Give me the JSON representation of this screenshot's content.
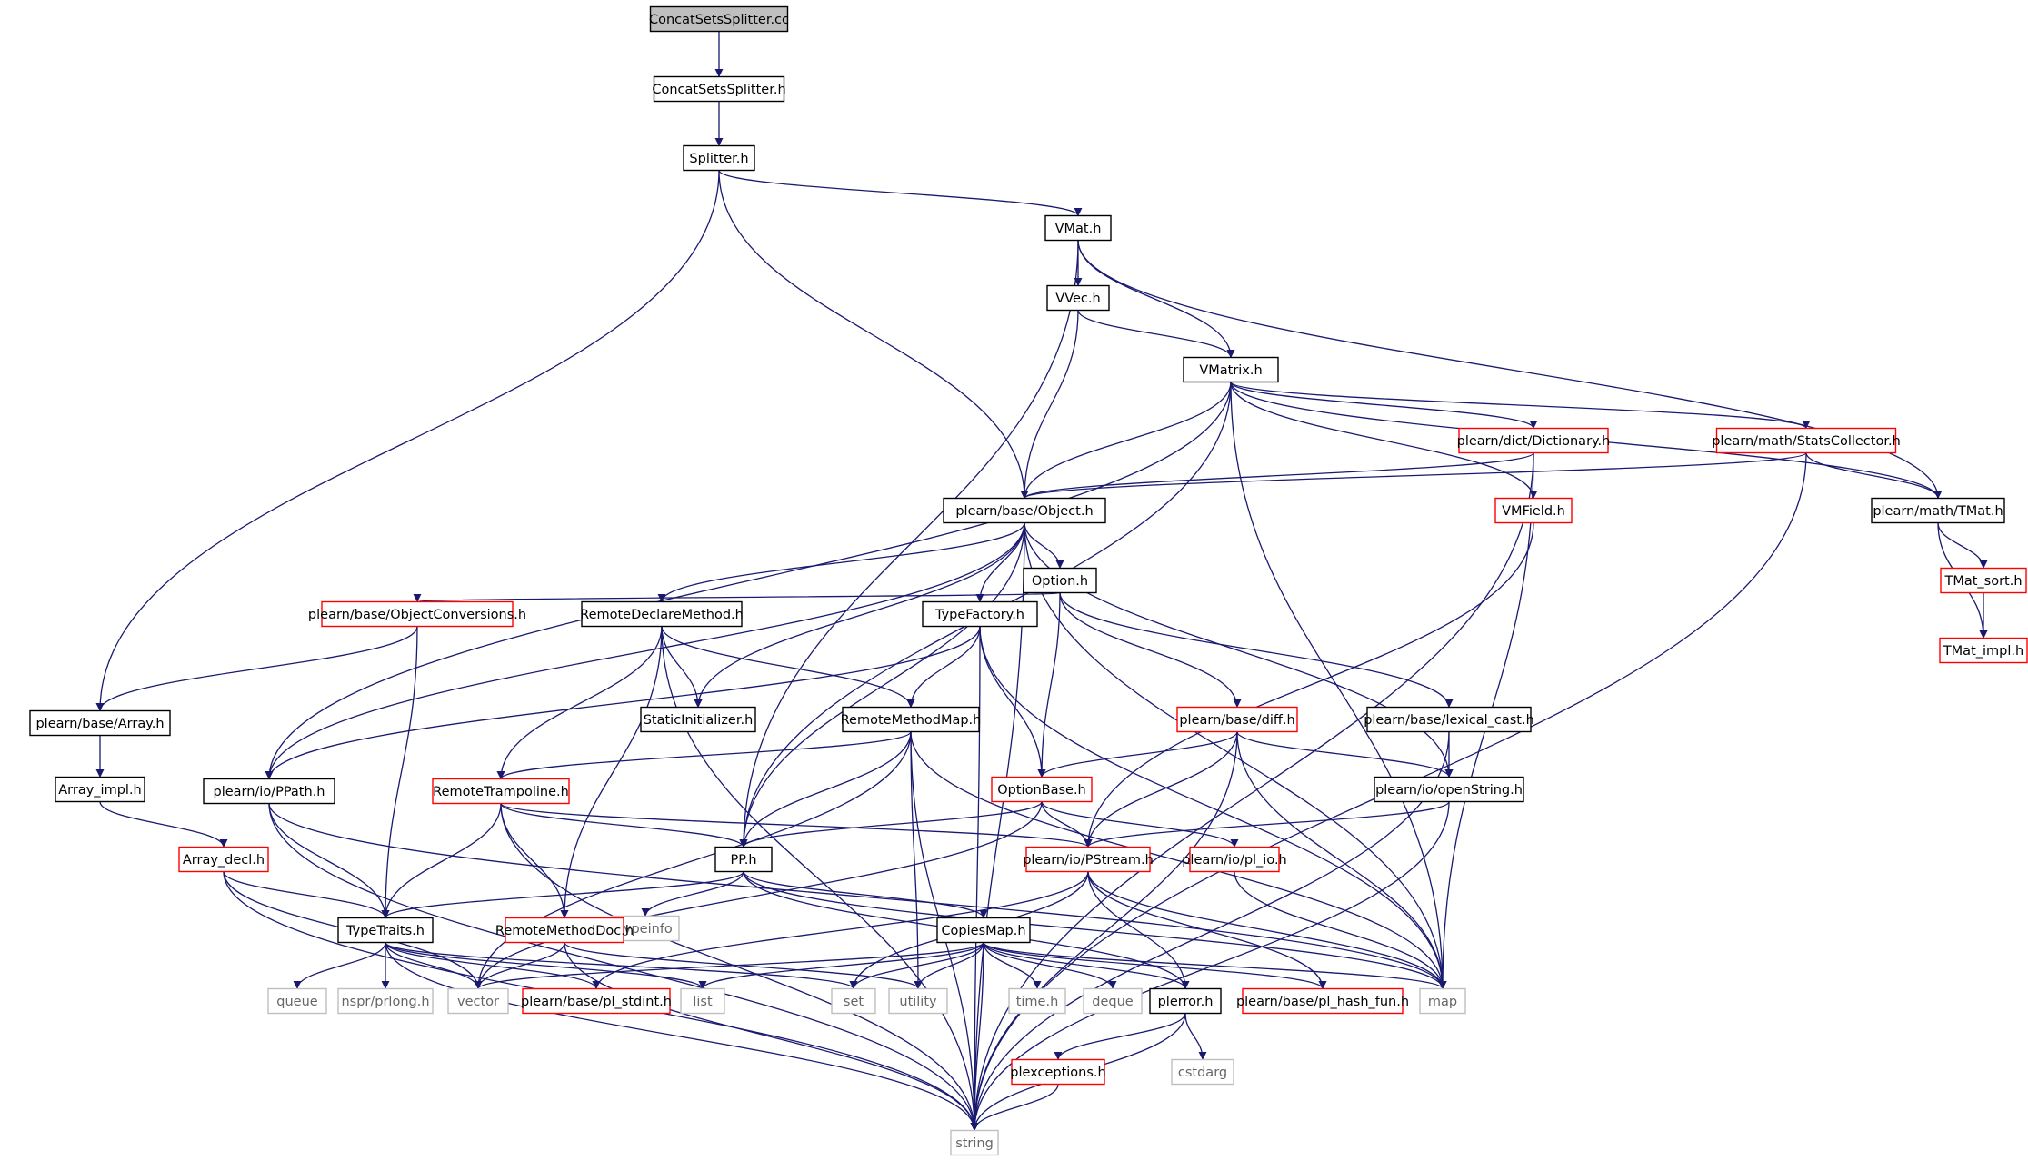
{
  "nodes": [
    {
      "id": "n0",
      "label": "ConcatSetsSplitter.cc",
      "style": "root"
    },
    {
      "id": "n1",
      "label": "ConcatSetsSplitter.h",
      "style": "normal"
    },
    {
      "id": "n2",
      "label": "Splitter.h",
      "style": "normal"
    },
    {
      "id": "n3",
      "label": "VMat.h",
      "style": "normal"
    },
    {
      "id": "n4",
      "label": "VVec.h",
      "style": "normal"
    },
    {
      "id": "n5",
      "label": "VMatrix.h",
      "style": "normal"
    },
    {
      "id": "n6",
      "label": "plearn/dict/Dictionary.h",
      "style": "red"
    },
    {
      "id": "n7",
      "label": "plearn/math/StatsCollector.h",
      "style": "red"
    },
    {
      "id": "n8",
      "label": "plearn/base/Object.h",
      "style": "normal"
    },
    {
      "id": "n9",
      "label": "VMField.h",
      "style": "red"
    },
    {
      "id": "n10",
      "label": "plearn/math/TMat.h",
      "style": "normal"
    },
    {
      "id": "n11",
      "label": "TMat_sort.h",
      "style": "red"
    },
    {
      "id": "n12",
      "label": "TMat_impl.h",
      "style": "red"
    },
    {
      "id": "n13",
      "label": "Option.h",
      "style": "normal"
    },
    {
      "id": "n14",
      "label": "plearn/base/ObjectConversions.h",
      "style": "red"
    },
    {
      "id": "n15",
      "label": "RemoteDeclareMethod.h",
      "style": "normal"
    },
    {
      "id": "n16",
      "label": "TypeFactory.h",
      "style": "normal"
    },
    {
      "id": "n17",
      "label": "StaticInitializer.h",
      "style": "normal"
    },
    {
      "id": "n18",
      "label": "plearn/base/diff.h",
      "style": "red"
    },
    {
      "id": "n19",
      "label": "plearn/base/lexical_cast.h",
      "style": "normal"
    },
    {
      "id": "n20",
      "label": "plearn/base/Array.h",
      "style": "normal"
    },
    {
      "id": "n21",
      "label": "RemoteMethodMap.h",
      "style": "normal"
    },
    {
      "id": "n22",
      "label": "Array_impl.h",
      "style": "normal"
    },
    {
      "id": "n23",
      "label": "plearn/io/PPath.h",
      "style": "normal"
    },
    {
      "id": "n24",
      "label": "RemoteTrampoline.h",
      "style": "red"
    },
    {
      "id": "n25",
      "label": "OptionBase.h",
      "style": "red"
    },
    {
      "id": "n26",
      "label": "plearn/io/openString.h",
      "style": "normal"
    },
    {
      "id": "n27",
      "label": "Array_decl.h",
      "style": "red"
    },
    {
      "id": "n28",
      "label": "PP.h",
      "style": "normal"
    },
    {
      "id": "n29",
      "label": "plearn/io/PStream.h",
      "style": "red"
    },
    {
      "id": "n30",
      "label": "plearn/io/pl_io.h",
      "style": "red"
    },
    {
      "id": "n31",
      "label": "typeinfo",
      "style": "gray"
    },
    {
      "id": "n32",
      "label": "TypeTraits.h",
      "style": "normal"
    },
    {
      "id": "n33",
      "label": "RemoteMethodDoc.h",
      "style": "red"
    },
    {
      "id": "n34",
      "label": "CopiesMap.h",
      "style": "normal"
    },
    {
      "id": "n35",
      "label": "queue",
      "style": "gray"
    },
    {
      "id": "n36",
      "label": "nspr/prlong.h",
      "style": "gray"
    },
    {
      "id": "n37",
      "label": "vector",
      "style": "gray"
    },
    {
      "id": "n38",
      "label": "plearn/base/pl_stdint.h",
      "style": "red"
    },
    {
      "id": "n39",
      "label": "list",
      "style": "gray"
    },
    {
      "id": "n40",
      "label": "set",
      "style": "gray"
    },
    {
      "id": "n41",
      "label": "utility",
      "style": "gray"
    },
    {
      "id": "n42",
      "label": "time.h",
      "style": "gray"
    },
    {
      "id": "n43",
      "label": "deque",
      "style": "gray"
    },
    {
      "id": "n44",
      "label": "plerror.h",
      "style": "normal"
    },
    {
      "id": "n45",
      "label": "plearn/base/pl_hash_fun.h",
      "style": "red"
    },
    {
      "id": "n46",
      "label": "map",
      "style": "gray"
    },
    {
      "id": "n47",
      "label": "cstdarg",
      "style": "gray"
    },
    {
      "id": "n48",
      "label": "plexceptions.h",
      "style": "red"
    },
    {
      "id": "n49",
      "label": "string",
      "style": "gray"
    }
  ],
  "edges": [
    [
      "n0",
      "n1"
    ],
    [
      "n1",
      "n2"
    ],
    [
      "n2",
      "n20"
    ],
    [
      "n2",
      "n8"
    ],
    [
      "n2",
      "n3"
    ],
    [
      "n3",
      "n28"
    ],
    [
      "n3",
      "n4"
    ],
    [
      "n3",
      "n5"
    ],
    [
      "n3",
      "n10"
    ],
    [
      "n4",
      "n8"
    ],
    [
      "n4",
      "n5"
    ],
    [
      "n5",
      "n23"
    ],
    [
      "n5",
      "n28"
    ],
    [
      "n5",
      "n8"
    ],
    [
      "n5",
      "n6"
    ],
    [
      "n5",
      "n9"
    ],
    [
      "n5",
      "n7"
    ],
    [
      "n5",
      "n10"
    ],
    [
      "n5",
      "n46"
    ],
    [
      "n6",
      "n8"
    ],
    [
      "n6",
      "n46"
    ],
    [
      "n6",
      "n49"
    ],
    [
      "n7",
      "n8"
    ],
    [
      "n7",
      "n10"
    ],
    [
      "n7",
      "n49"
    ],
    [
      "n9",
      "n29"
    ],
    [
      "n10",
      "n11"
    ],
    [
      "n10",
      "n12"
    ],
    [
      "n11",
      "n12"
    ],
    [
      "n8",
      "n49"
    ],
    [
      "n8",
      "n23"
    ],
    [
      "n8",
      "n15"
    ],
    [
      "n8",
      "n17"
    ],
    [
      "n8",
      "n28"
    ],
    [
      "n8",
      "n16"
    ],
    [
      "n8",
      "n13"
    ],
    [
      "n8",
      "n26"
    ],
    [
      "n8",
      "n46"
    ],
    [
      "n13",
      "n14"
    ],
    [
      "n13",
      "n25"
    ],
    [
      "n13",
      "n18"
    ],
    [
      "n13",
      "n19"
    ],
    [
      "n14",
      "n20"
    ],
    [
      "n14",
      "n32"
    ],
    [
      "n15",
      "n49"
    ],
    [
      "n15",
      "n17"
    ],
    [
      "n15",
      "n21"
    ],
    [
      "n15",
      "n24"
    ],
    [
      "n15",
      "n33"
    ],
    [
      "n16",
      "n23"
    ],
    [
      "n16",
      "n21"
    ],
    [
      "n16",
      "n25"
    ],
    [
      "n16",
      "n46"
    ],
    [
      "n16",
      "n49"
    ],
    [
      "n18",
      "n25"
    ],
    [
      "n18",
      "n29"
    ],
    [
      "n18",
      "n26"
    ],
    [
      "n18",
      "n46"
    ],
    [
      "n18",
      "n49"
    ],
    [
      "n19",
      "n26"
    ],
    [
      "n19",
      "n49"
    ],
    [
      "n20",
      "n22"
    ],
    [
      "n22",
      "n27"
    ],
    [
      "n21",
      "n24"
    ],
    [
      "n21",
      "n28"
    ],
    [
      "n21",
      "n37"
    ],
    [
      "n21",
      "n41"
    ],
    [
      "n21",
      "n46"
    ],
    [
      "n21",
      "n49"
    ],
    [
      "n23",
      "n32"
    ],
    [
      "n23",
      "n46"
    ],
    [
      "n23",
      "n49"
    ],
    [
      "n24",
      "n28"
    ],
    [
      "n24",
      "n29"
    ],
    [
      "n24",
      "n32"
    ],
    [
      "n24",
      "n33"
    ],
    [
      "n24",
      "n49"
    ],
    [
      "n25",
      "n28"
    ],
    [
      "n25",
      "n29"
    ],
    [
      "n25",
      "n30"
    ],
    [
      "n25",
      "n37"
    ],
    [
      "n26",
      "n29"
    ],
    [
      "n26",
      "n49"
    ],
    [
      "n27",
      "n32"
    ],
    [
      "n27",
      "n37"
    ],
    [
      "n27",
      "n49"
    ],
    [
      "n28",
      "n31"
    ],
    [
      "n28",
      "n32"
    ],
    [
      "n28",
      "n34"
    ],
    [
      "n28",
      "n44"
    ],
    [
      "n28",
      "n46"
    ],
    [
      "n29",
      "n38"
    ],
    [
      "n29",
      "n40"
    ],
    [
      "n29",
      "n44"
    ],
    [
      "n29",
      "n45"
    ],
    [
      "n29",
      "n46"
    ],
    [
      "n30",
      "n46"
    ],
    [
      "n32",
      "n35"
    ],
    [
      "n32",
      "n36"
    ],
    [
      "n32",
      "n37"
    ],
    [
      "n32",
      "n38"
    ],
    [
      "n32",
      "n39"
    ],
    [
      "n32",
      "n40"
    ],
    [
      "n32",
      "n49"
    ],
    [
      "n33",
      "n37"
    ],
    [
      "n33",
      "n41"
    ],
    [
      "n33",
      "n49"
    ],
    [
      "n34",
      "n37"
    ],
    [
      "n34",
      "n39"
    ],
    [
      "n34",
      "n40"
    ],
    [
      "n34",
      "n41"
    ],
    [
      "n34",
      "n42"
    ],
    [
      "n34",
      "n43"
    ],
    [
      "n34",
      "n44"
    ],
    [
      "n34",
      "n45"
    ],
    [
      "n34",
      "n46"
    ],
    [
      "n34",
      "n49"
    ],
    [
      "n44",
      "n47"
    ],
    [
      "n44",
      "n48"
    ],
    [
      "n44",
      "n49"
    ],
    [
      "n48",
      "n49"
    ]
  ],
  "colors": {
    "edge": "#191970",
    "normal_border": "#000000",
    "red_border": "#ff0000",
    "gray_border": "#bfbfbf",
    "gray_text": "#666666",
    "root_fill": "#bfbfbf"
  }
}
